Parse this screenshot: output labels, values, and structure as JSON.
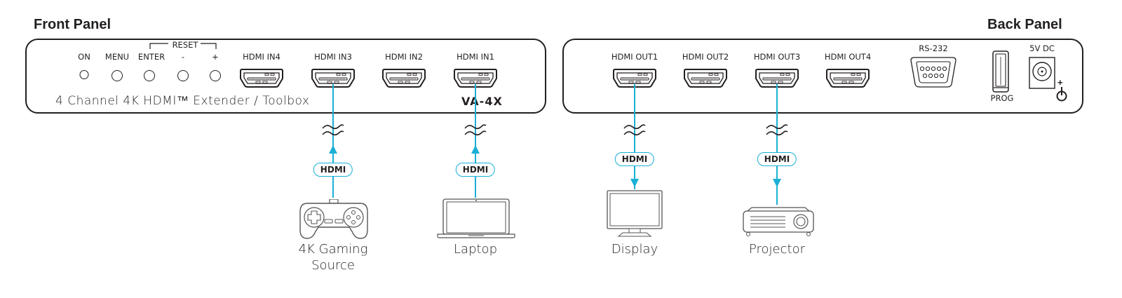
{
  "front_panel": {
    "title": "Front Panel",
    "controls": [
      {
        "label": "ON",
        "type": "led"
      },
      {
        "label": "MENU",
        "type": "button"
      },
      {
        "label": "ENTER",
        "type": "button"
      },
      {
        "label": "-",
        "type": "button"
      },
      {
        "label": "+",
        "type": "button"
      }
    ],
    "reset_label": "RESET",
    "ports": [
      "HDMI IN4",
      "HDMI IN3",
      "HDMI IN2",
      "HDMI IN1"
    ],
    "product_description": "4 Channel 4K HDMI™ Extender / Toolbox",
    "model": "VA-4X"
  },
  "back_panel": {
    "title": "Back Panel",
    "ports": [
      "HDMI OUT1",
      "HDMI OUT2",
      "HDMI OUT3",
      "HDMI OUT4"
    ],
    "rs232_label": "RS-232",
    "prog_label": "PROG",
    "power_label": "5V DC",
    "power_polarity": "+"
  },
  "connections": [
    {
      "port": "HDMI IN3",
      "cable": "HDMI",
      "direction": "in",
      "device": "4K Gaming Source",
      "device_lines": [
        "4K Gaming",
        "Source"
      ],
      "icon": "gamepad-icon"
    },
    {
      "port": "HDMI IN1",
      "cable": "HDMI",
      "direction": "in",
      "device": "Laptop",
      "device_lines": [
        "Laptop"
      ],
      "icon": "laptop-icon"
    },
    {
      "port": "HDMI OUT1",
      "cable": "HDMI",
      "direction": "out",
      "device": "Display",
      "device_lines": [
        "Display"
      ],
      "icon": "display-icon"
    },
    {
      "port": "HDMI OUT3",
      "cable": "HDMI",
      "direction": "out",
      "device": "Projector",
      "device_lines": [
        "Projector"
      ],
      "icon": "projector-icon"
    }
  ],
  "colors": {
    "cable": "#1aafd6",
    "outline": "#231f20"
  }
}
